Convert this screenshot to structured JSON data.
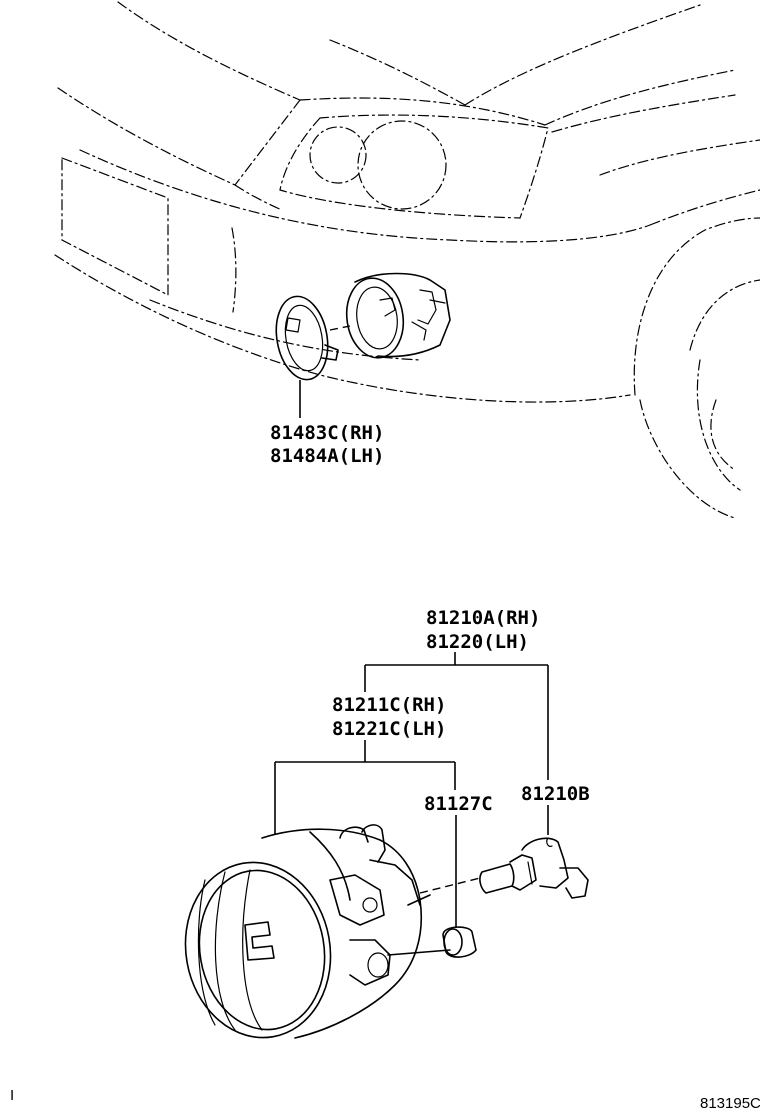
{
  "parts": {
    "bezel_rh": "81483C(RH)",
    "bezel_lh": "81484A(LH)",
    "lamp_assy_rh": "81210A(RH)",
    "lamp_assy_lh": "81220(LH)",
    "lamp_unit_rh": "81211C(RH)",
    "lamp_unit_lh": "81221C(LH)",
    "screw": "81127C",
    "bulb": "81210B"
  },
  "footer": {
    "left_mark": "I",
    "figure_code": "813195C"
  }
}
